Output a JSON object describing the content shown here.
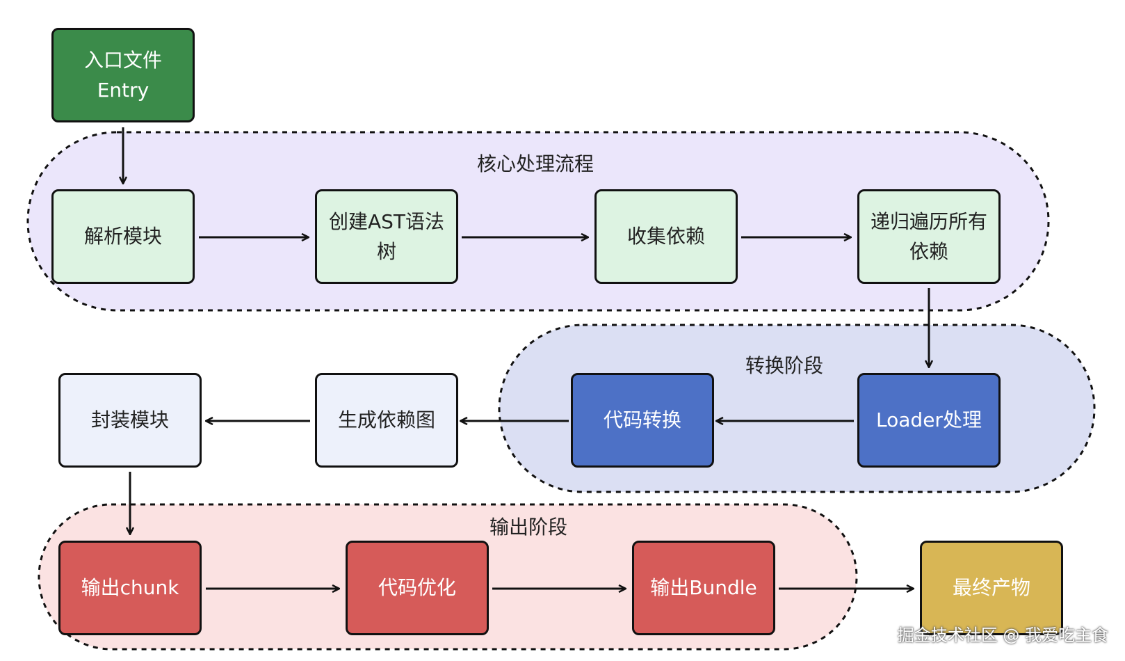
{
  "groups": {
    "core": {
      "label": "核心处理流程",
      "fill": "#ebe6fb"
    },
    "transform": {
      "label": "转换阶段",
      "fill": "#dbdff3"
    },
    "output": {
      "label": "输出阶段",
      "fill": "#fbe2e2"
    }
  },
  "nodes": {
    "entry": "入口文件\nEntry",
    "parse": "解析模块",
    "ast": "创建AST语法\n树",
    "collect": "收集依赖",
    "recurse": "递归遍历所有\n依赖",
    "loader": "Loader处理",
    "transform": "代码转换",
    "graph": "生成依赖图",
    "wrap": "封装模块",
    "chunk": "输出chunk",
    "optimize": "代码优化",
    "bundle": "输出Bundle",
    "final": "最终产物"
  },
  "watermark": "掘金技术社区 @ 我爱吃主食",
  "colors": {
    "entry": "#3b8b4a",
    "core_node": "#ddf3e2",
    "transform_node": "#4d71c6",
    "graph_node": "#edf1fb",
    "output_node": "#d65b59",
    "final_node": "#d8b655"
  }
}
